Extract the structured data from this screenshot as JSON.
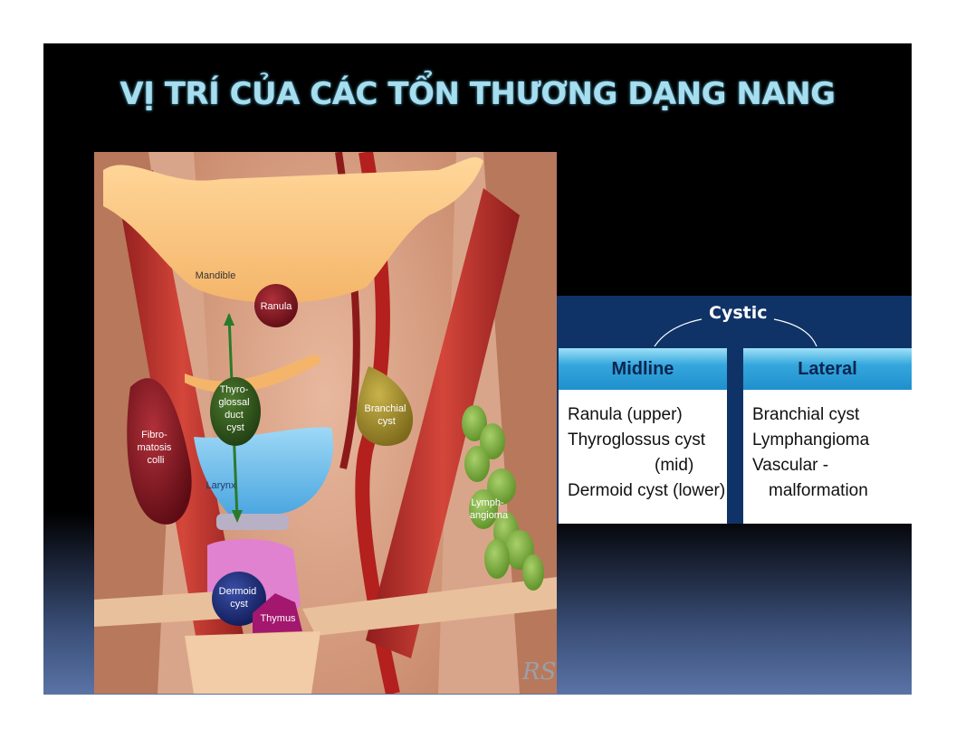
{
  "slide": {
    "title": "VỊ TRÍ CỦA CÁC TỔN THƯƠNG DẠNG NANG",
    "colors": {
      "background_top": "#000000",
      "background_bottom": "#5a73a6",
      "title": "#a6def0",
      "panel": "#0f3367"
    }
  },
  "illustration": {
    "labels": {
      "mandible": "Mandible",
      "ranula": "Ranula",
      "thyroglossal": [
        "Thyro-",
        "glossal",
        "duct",
        "cyst"
      ],
      "fibromatosis": [
        "Fibro-",
        "matosis",
        "colli"
      ],
      "larynx": "Larynx",
      "branchial": [
        "Branchial",
        "cyst"
      ],
      "lymphangioma": [
        "Lymph-",
        "angioma"
      ],
      "dermoid": [
        "Dermoid",
        "cyst"
      ],
      "thymus": "Thymus",
      "signature": "RS"
    }
  },
  "classification": {
    "root": "Cystic",
    "columns": [
      {
        "header": "Midline",
        "items": [
          "Ranula  (upper)",
          "Thyroglossus cyst",
          "(mid)",
          "Dermoid cyst (lower)"
        ]
      },
      {
        "header": "Lateral",
        "items": [
          "Branchial cyst",
          "Lymphangioma",
          "Vascular -",
          "malformation"
        ]
      }
    ]
  }
}
